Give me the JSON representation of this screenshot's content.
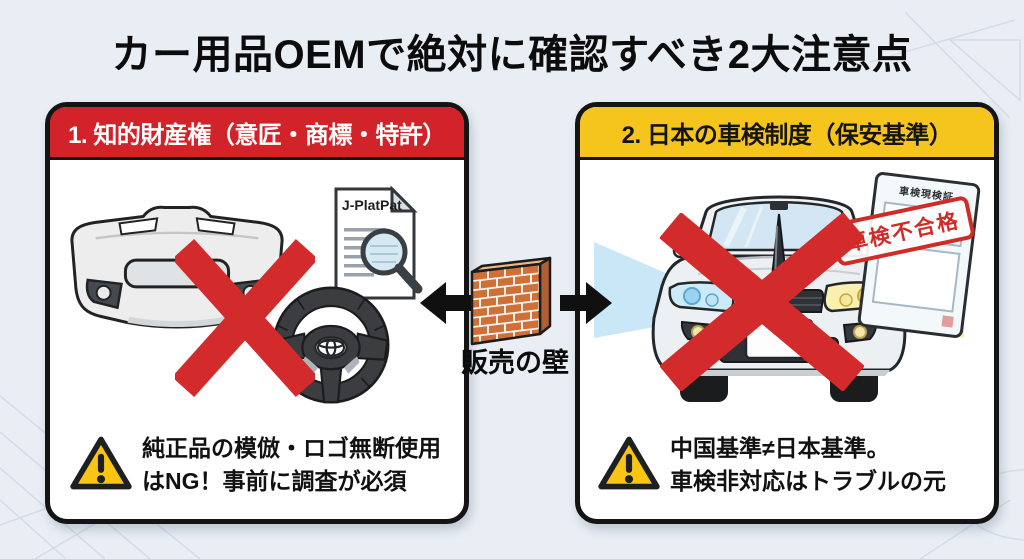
{
  "title": "カー用品OEMで絶対に確認すべき2大注意点",
  "left": {
    "header": "1. 知的財産権（意匠・商標・特許）",
    "doc_label": "J-PlatPat",
    "warning": {
      "line1": "純正品の模倣・ロゴ無断使用",
      "line2": "はNG！事前に調査が必須"
    }
  },
  "center": {
    "wall_label": "販売の壁"
  },
  "right": {
    "header": "2. 日本の車検制度（保安基準）",
    "card_title": "車検現検証",
    "stamp": "車検不合格",
    "warning": {
      "line1": "中国基準≠日本基準。",
      "line2": "車検非対応はトラブルの元"
    }
  },
  "colors": {
    "background": "#e9eef4",
    "panel_border": "#141414",
    "left_header_bg": "#d2232a",
    "left_header_text": "#ffffff",
    "right_header_bg": "#f6c51d",
    "right_header_text": "#141414",
    "cross_red": "#d32b2b",
    "brick_orange": "#cf7038",
    "warning_yellow": "#f9c513",
    "stamp_red": "#cf2b27",
    "beam_blue": "#c4e4f6",
    "beam_yellow": "#f8eba6"
  },
  "icons": {
    "warning_triangle": "⚠",
    "magnifier": "🔍",
    "brick_wall": "🧱",
    "arrow_left": "←",
    "arrow_right": "→"
  }
}
